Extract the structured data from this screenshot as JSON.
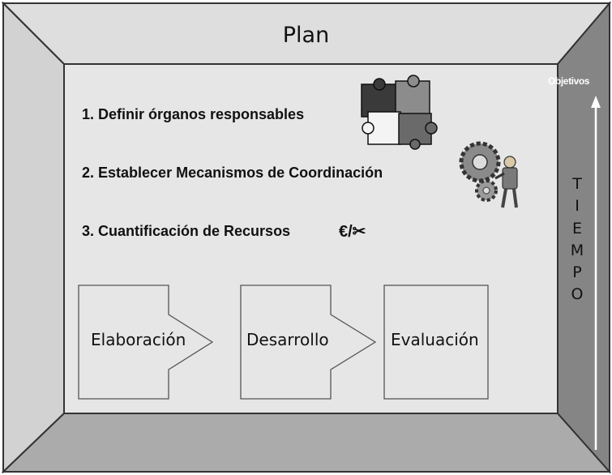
{
  "title": "Plan",
  "items": [
    "1. Definir órganos responsables",
    "2. Establecer Mecanismos de Coordinación",
    "3. Cuantificación de Recursos"
  ],
  "resources_symbol": "€/✂",
  "steps": [
    "Elaboración",
    "Desarrollo",
    "Evaluación"
  ],
  "side": {
    "arrow_label": "Objetivos",
    "time_letters": [
      "T",
      "I",
      "E",
      "M",
      "P",
      "O"
    ]
  },
  "icons": [
    "puzzle-pieces-icon",
    "gears-worker-icon",
    "scissors-icon"
  ],
  "colors": {
    "back_wall": "#e6e6e6",
    "top_wall": "#dedede",
    "left_wall": "#d2d2d2",
    "right_wall": "#858585",
    "floor": "#ababab"
  }
}
